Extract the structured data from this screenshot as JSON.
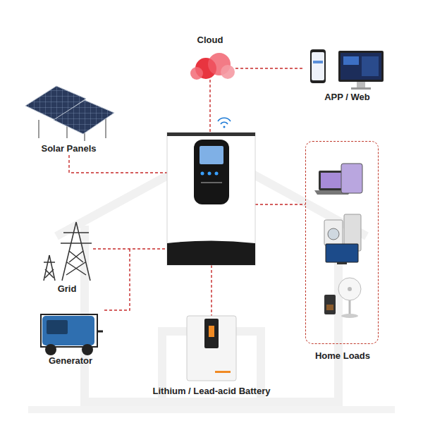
{
  "diagram": {
    "nodes": [
      {
        "text": [
          "Cloud"
        ]
      },
      {
        "text": [
          "APP / Web"
        ]
      },
      {
        "text": [
          "Solar Panels"
        ]
      },
      {
        "text": [
          "Grid"
        ]
      },
      {
        "text": [
          "Home Loads"
        ]
      },
      {
        "text": [
          "Generator"
        ]
      },
      {
        "text": [
          "Lithium / Lead-acid Battery"
        ]
      }
    ],
    "edges": [
      {
        "from": 0,
        "to": 1,
        "arrow": "none"
      }
    ]
  }
}
